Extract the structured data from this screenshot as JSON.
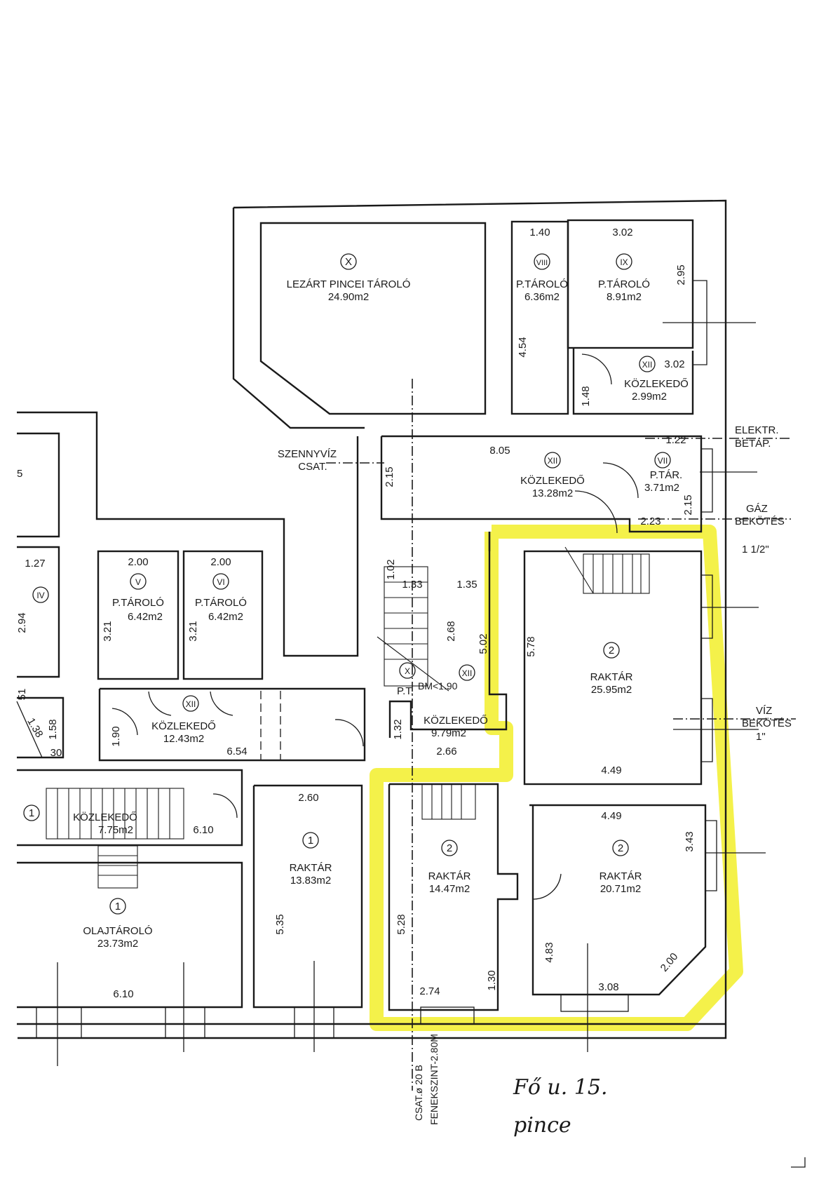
{
  "rooms": {
    "lezart": {
      "num": "X",
      "name": "LEZÁRT PINCEI TÁROLÓ",
      "area": "24.90m2"
    },
    "p_viii": {
      "num": "VIII",
      "name": "P.TÁROLÓ",
      "area": "6.36m2",
      "d1": "1.40",
      "d2": "4.54"
    },
    "p_ix": {
      "num": "IX",
      "name": "P.TÁROLÓ",
      "area": "8.91m2",
      "d1": "3.02",
      "d2": "2.95"
    },
    "koz_xii_a": {
      "num": "XII",
      "name": "KÖZLEKEDŐ",
      "area": "2.99m2",
      "d1": "3.02",
      "d2": "1.48"
    },
    "koz_xii_b": {
      "num": "XII",
      "name": "KÖZLEKEDŐ",
      "area": "13.28m2",
      "d1": "8.05",
      "d2": "2.15"
    },
    "ptar_vii": {
      "num": "VII",
      "name": "P.TÁR.",
      "area": "3.71m2",
      "d1": "1.22",
      "d2": "2.15",
      "d3": "2.23"
    },
    "p_iv": {
      "num": "IV",
      "d1": "1.27",
      "d2": "2.94"
    },
    "p_v": {
      "num": "V",
      "name": "P.TÁROLÓ",
      "area": "6.42m2",
      "d1": "2.00",
      "d2": "3.21"
    },
    "p_vi": {
      "num": "VI",
      "name": "P.TÁROLÓ",
      "area": "6.42m2",
      "d1": "2.00",
      "d2": "3.21"
    },
    "koz_xii_c": {
      "num": "XII",
      "name": "KÖZLEKEDŐ",
      "area": "12.43m2",
      "d1": "6.54",
      "d2": "1.90"
    },
    "koz_xii_d": {
      "num": "XII",
      "name": "KÖZLEKEDŐ",
      "area": "9.79m2",
      "d1": "2.66",
      "d2": "1.32",
      "d3": "5.02",
      "d4": "1.35",
      "d5": "2.68",
      "d6": "1.33",
      "d7": "1.02"
    },
    "pt_x": {
      "num": "X",
      "name": "P.T.",
      "note": "BM<1.90"
    },
    "raktar_a": {
      "num": "2",
      "name": "RAKTÁR",
      "area": "25.95m2",
      "d1": "4.49",
      "d2": "5.78"
    },
    "raktar_b": {
      "num": "2",
      "name": "RAKTÁR",
      "area": "14.47m2",
      "d1": "5.28",
      "d2": "2.74",
      "d3": "1.30"
    },
    "raktar_c": {
      "num": "2",
      "name": "RAKTÁR",
      "area": "20.71m2",
      "d1": "4.49",
      "d2": "3.43",
      "d3": "4.83",
      "d4": "3.08",
      "d5": "2.00"
    },
    "raktar_d": {
      "num": "1",
      "name": "RAKTÁR",
      "area": "13.83m2",
      "d1": "2.60",
      "d2": "5.35"
    },
    "koz_1": {
      "num": "1",
      "name": "KÖZLEKEDŐ",
      "area": "7.75m2",
      "d1": "6.10"
    },
    "olaj": {
      "num": "1",
      "name": "OLAJTÁROLÓ",
      "area": "23.73m2",
      "d1": "6.10"
    }
  },
  "misc_dims": {
    "d51": "51",
    "d158": "1.58",
    "d138": "1.38",
    "d30": "30"
  },
  "labels": {
    "szennyviz_1": "SZENNYVÍZ",
    "szennyviz_2": "CSAT.",
    "elektr_1": "ELEKTR.",
    "elektr_2": "BETÁP.",
    "gaz_1": "GÁZ",
    "gaz_2": "BEKÖTÉS",
    "gaz_3": "1  1/2\"",
    "viz_1": "VÍZ",
    "viz_2": "BEKÖTÉS",
    "viz_3": "1\"",
    "csat_1": "CSAT.ø  20 B",
    "csat_2": "FENEKSZINT-2.80M",
    "edge_mark": "5"
  },
  "handwriting": {
    "line1": "Fő u. 15.",
    "line2": "pince"
  },
  "colors": {
    "highlight": "#f2ef2a",
    "ink": "#1a1a1a"
  }
}
